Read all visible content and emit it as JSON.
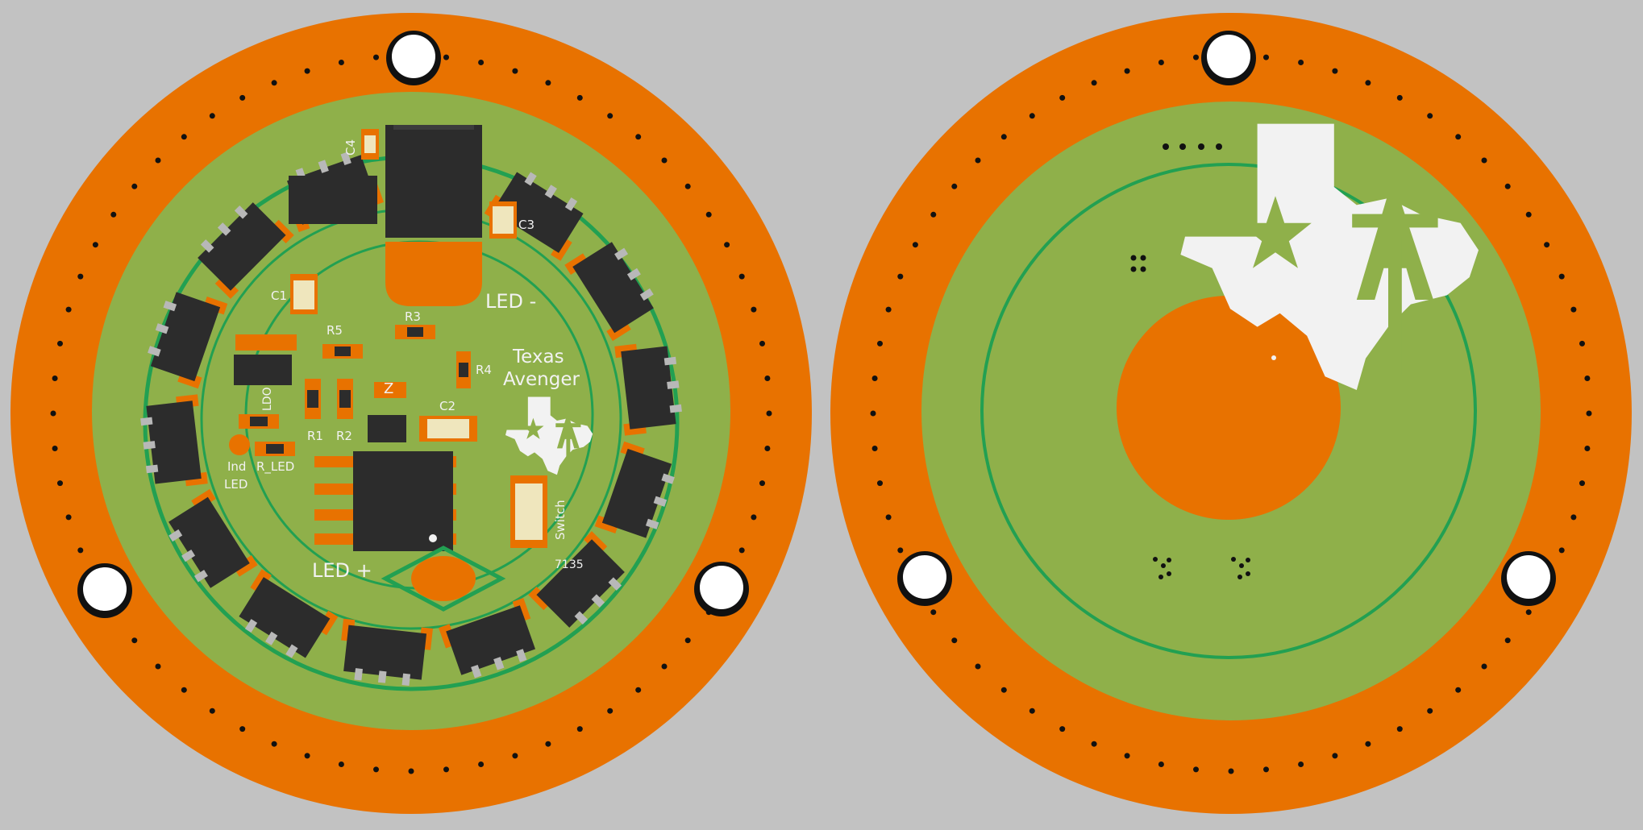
{
  "colors": {
    "background": "#c2c2c2",
    "copper": "#e87200",
    "soldermask": "#8fb04a",
    "trace": "#22a052",
    "component": "#2c2c2c",
    "silkscreen": "#f2f2f2",
    "drill": "#111111"
  },
  "views": {
    "top": {
      "labels": {
        "c4": "C4",
        "c3": "C3",
        "c1": "C1",
        "c2": "C2",
        "r1": "R1",
        "r2": "R2",
        "r3": "R3",
        "r4": "R4",
        "r5": "R5",
        "r_led": "R_LED",
        "ldo": "LDO",
        "ind": "Ind",
        "led_word": "LED",
        "led_minus": "LED -",
        "led_plus": "LED +",
        "brand_line1": "Texas",
        "brand_line2": "Avenger",
        "switch": "Switch",
        "part": "7135",
        "zener": "Z"
      },
      "logo_icon": "texas-avenger-logo-icon"
    },
    "bottom": {
      "logo_icon": "texas-avenger-logo-icon"
    }
  }
}
